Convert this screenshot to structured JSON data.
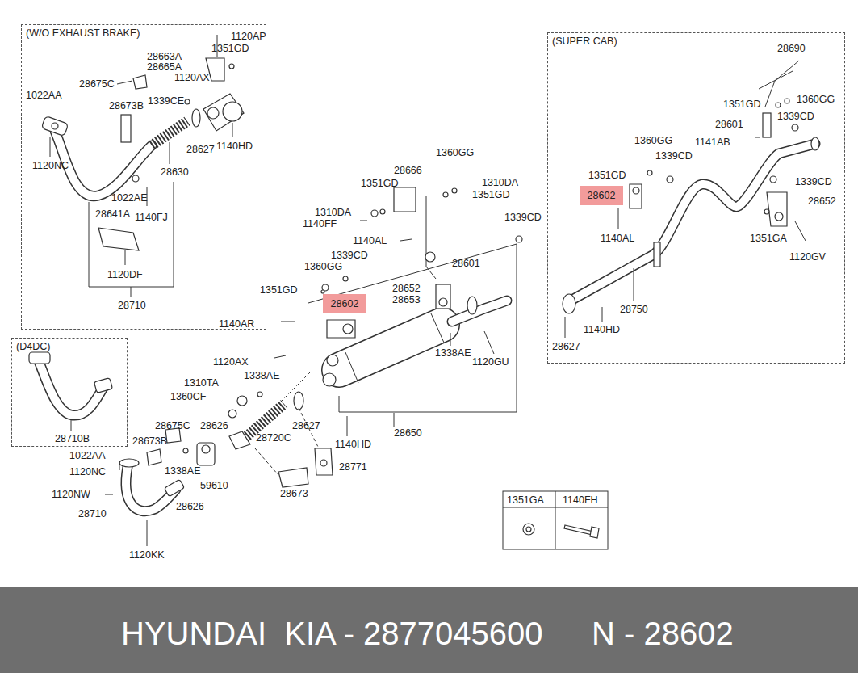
{
  "diagram": {
    "nodes": [
      {
        "text": [
          "(W/O EXHAUST BRAKE)"
        ]
      },
      {
        "text": [
          "(SUPER CAB)"
        ]
      },
      {
        "text": [
          "28602"
        ],
        "in": 1
      },
      {
        "text": [
          "28602"
        ]
      },
      {
        "text": [
          "(D4DC)"
        ]
      },
      {
        "text": [
          "HYUNDAI  KIA - 2877045600",
          "N - 28602"
        ]
      }
    ],
    "labels": [
      "1120AP",
      "1351GD",
      "28663A",
      "28665A",
      "28675C",
      "1120AX",
      "1022AA",
      "28673B",
      "1339CE",
      "1120NC",
      "28627",
      "1140HD",
      "28630",
      "1022AE",
      "1140FJ",
      "28641A",
      "1120DF",
      "28710",
      "28710B",
      "28666",
      "1360GG",
      "1351GD",
      "1310DA",
      "1351GD",
      "1310DA",
      "1140FF",
      "1339CD",
      "1140AL",
      "1339CD",
      "1360GG",
      "28601",
      "1351GD",
      "28652",
      "28653",
      "1140AR",
      "1338AE",
      "1120GU",
      "1120AX",
      "1310TA",
      "1338AE",
      "1360CF",
      "28626",
      "28675C",
      "28720C",
      "28627",
      "28650",
      "1140HD",
      "28673B",
      "1022AA",
      "1120NC",
      "1338AE",
      "28771",
      "59610",
      "28673",
      "1120NW",
      "28626",
      "28710",
      "1120KK",
      "28690",
      "1351GD",
      "1360GG",
      "1339CD",
      "28601",
      "1360GG",
      "1141AB",
      "1339CD",
      "1351GD",
      "1339CD",
      "28652",
      "1140AL",
      "1351GA",
      "1120GV",
      "28750",
      "1140HD",
      "28627",
      "1351GA",
      "1140FH"
    ]
  }
}
